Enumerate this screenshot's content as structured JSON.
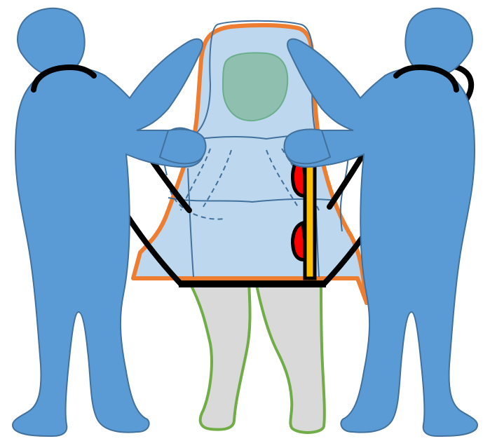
{
  "diagram": {
    "figures": [
      {
        "name": "left-person",
        "role": "carrier"
      },
      {
        "name": "right-person",
        "role": "carrier"
      },
      {
        "name": "patient",
        "role": "carried person"
      }
    ],
    "elements": [
      "shoulder-strap-left",
      "shoulder-strap-right",
      "carry-sheet",
      "transparent-cover",
      "bottom-bar",
      "side-handles"
    ]
  },
  "colors": {
    "person_fill": "#5B9BD5",
    "person_stroke": "#41719C",
    "sheet_outline": "#ED7D31",
    "sheet_fill": "#BDD7EE",
    "cover_stroke": "#41719C",
    "head_fill": "#8FBFAE",
    "head_stroke": "#6BAE8E",
    "legs_fill": "#D9D9D9",
    "legs_stroke": "#70AD47",
    "strap": "#000000",
    "handle_red": "#FF0000",
    "handle_orange": "#FFC000",
    "background": "#FFFFFF"
  }
}
